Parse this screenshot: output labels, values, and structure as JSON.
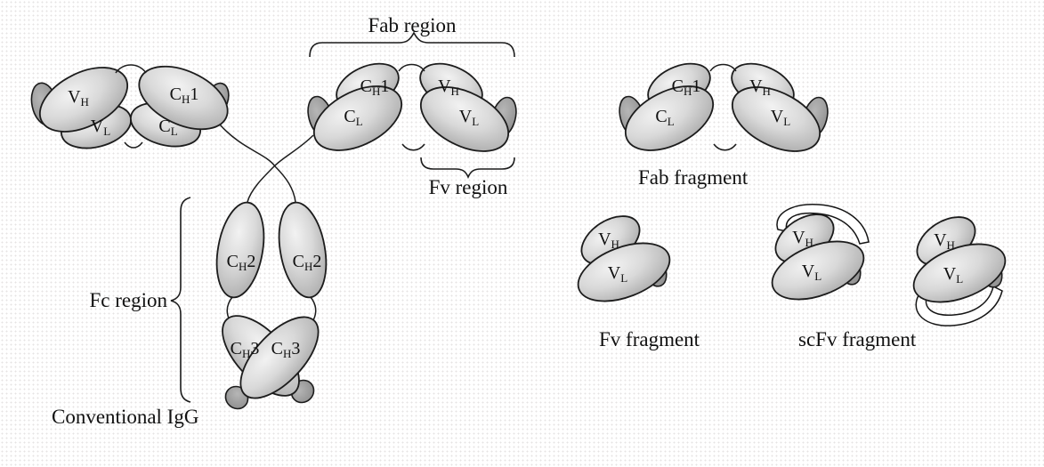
{
  "labels": {
    "fab_region": "Fab region",
    "fv_region": "Fv region",
    "fc_region": "Fc region",
    "conventional_igg": "Conventional IgG",
    "fab_fragment": "Fab fragment",
    "fv_fragment": "Fv fragment",
    "scfv_fragment": "scFv fragment"
  },
  "domains": {
    "vh": {
      "base": "V",
      "sub": "H",
      "suffix": ""
    },
    "vl": {
      "base": "V",
      "sub": "L",
      "suffix": ""
    },
    "cl": {
      "base": "C",
      "sub": "L",
      "suffix": ""
    },
    "ch1": {
      "base": "C",
      "sub": "H",
      "suffix": "1"
    },
    "ch2": {
      "base": "C",
      "sub": "H",
      "suffix": "2"
    },
    "ch3": {
      "base": "C",
      "sub": "H",
      "suffix": "3"
    }
  },
  "colors": {
    "outline": "#1c1c1c",
    "domain_light": "#f2f2f2",
    "domain_mid": "#d9d9d9",
    "domain_dark": "#a6a6a6",
    "bump_light": "#b6b6b6",
    "bump_dark": "#8a8a8a",
    "background": "#ffffff",
    "background_dot": "#e6e3e3"
  }
}
